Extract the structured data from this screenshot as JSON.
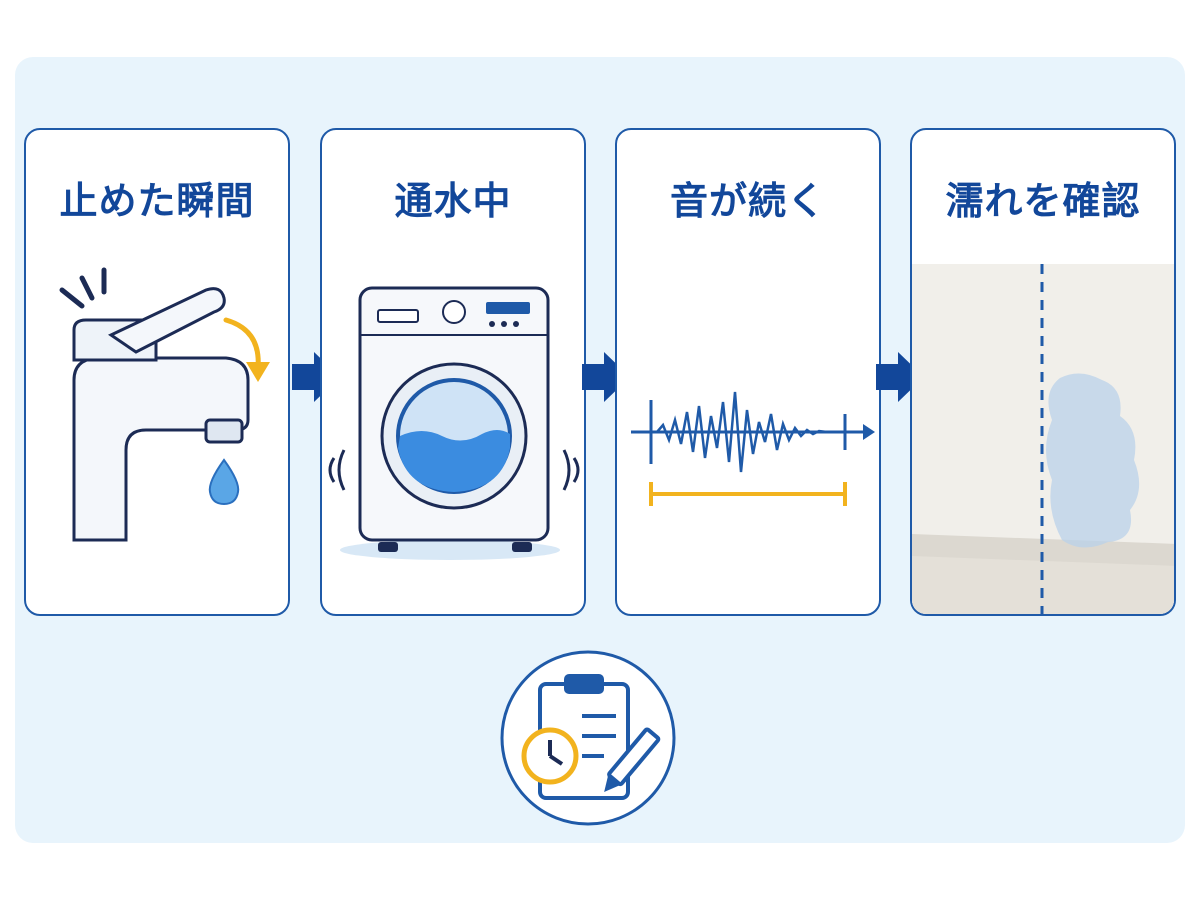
{
  "steps": [
    {
      "title": "止めた瞬間",
      "icon": "faucet-drip-icon"
    },
    {
      "title": "通水中",
      "icon": "washing-machine-icon"
    },
    {
      "title": "音が続く",
      "icon": "sound-wave-icon"
    },
    {
      "title": "濡れを確認",
      "icon": "wet-wall-icon"
    }
  ],
  "record_icon": "clipboard-clock-pencil-icon",
  "colors": {
    "primary": "#1f5aa8",
    "accent": "#f2b31e",
    "background": "#e8f4fc",
    "water": "#4a9be0"
  }
}
